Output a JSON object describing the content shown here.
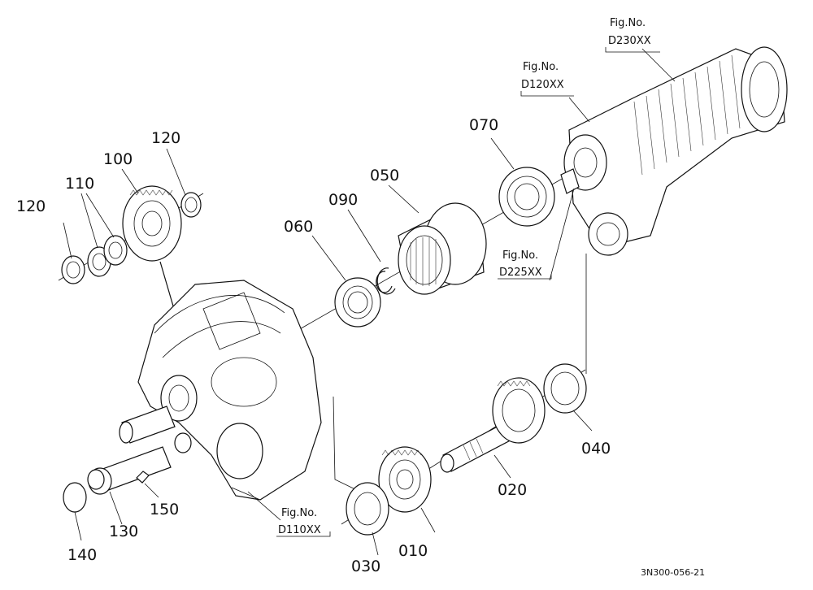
{
  "callouts": [
    {
      "id": "p010",
      "label": "010"
    },
    {
      "id": "p020",
      "label": "020"
    },
    {
      "id": "p030",
      "label": "030"
    },
    {
      "id": "p040",
      "label": "040"
    },
    {
      "id": "p050",
      "label": "050"
    },
    {
      "id": "p060",
      "label": "060"
    },
    {
      "id": "p070",
      "label": "070"
    },
    {
      "id": "p090",
      "label": "090"
    },
    {
      "id": "p100",
      "label": "100"
    },
    {
      "id": "p110",
      "label": "110"
    },
    {
      "id": "p120a",
      "label": "120"
    },
    {
      "id": "p120b",
      "label": "120"
    },
    {
      "id": "p130",
      "label": "130"
    },
    {
      "id": "p140",
      "label": "140"
    },
    {
      "id": "p150",
      "label": "150"
    }
  ],
  "figure_refs": [
    {
      "id": "d230",
      "caption": "Fig.No.",
      "code": "D230XX"
    },
    {
      "id": "d120",
      "caption": "Fig.No.",
      "code": "D120XX"
    },
    {
      "id": "d225",
      "caption": "Fig.No.",
      "code": "D225XX"
    },
    {
      "id": "d110",
      "caption": "Fig.No.",
      "code": "D110XX"
    }
  ],
  "drawing_code": "3N300-056-21"
}
